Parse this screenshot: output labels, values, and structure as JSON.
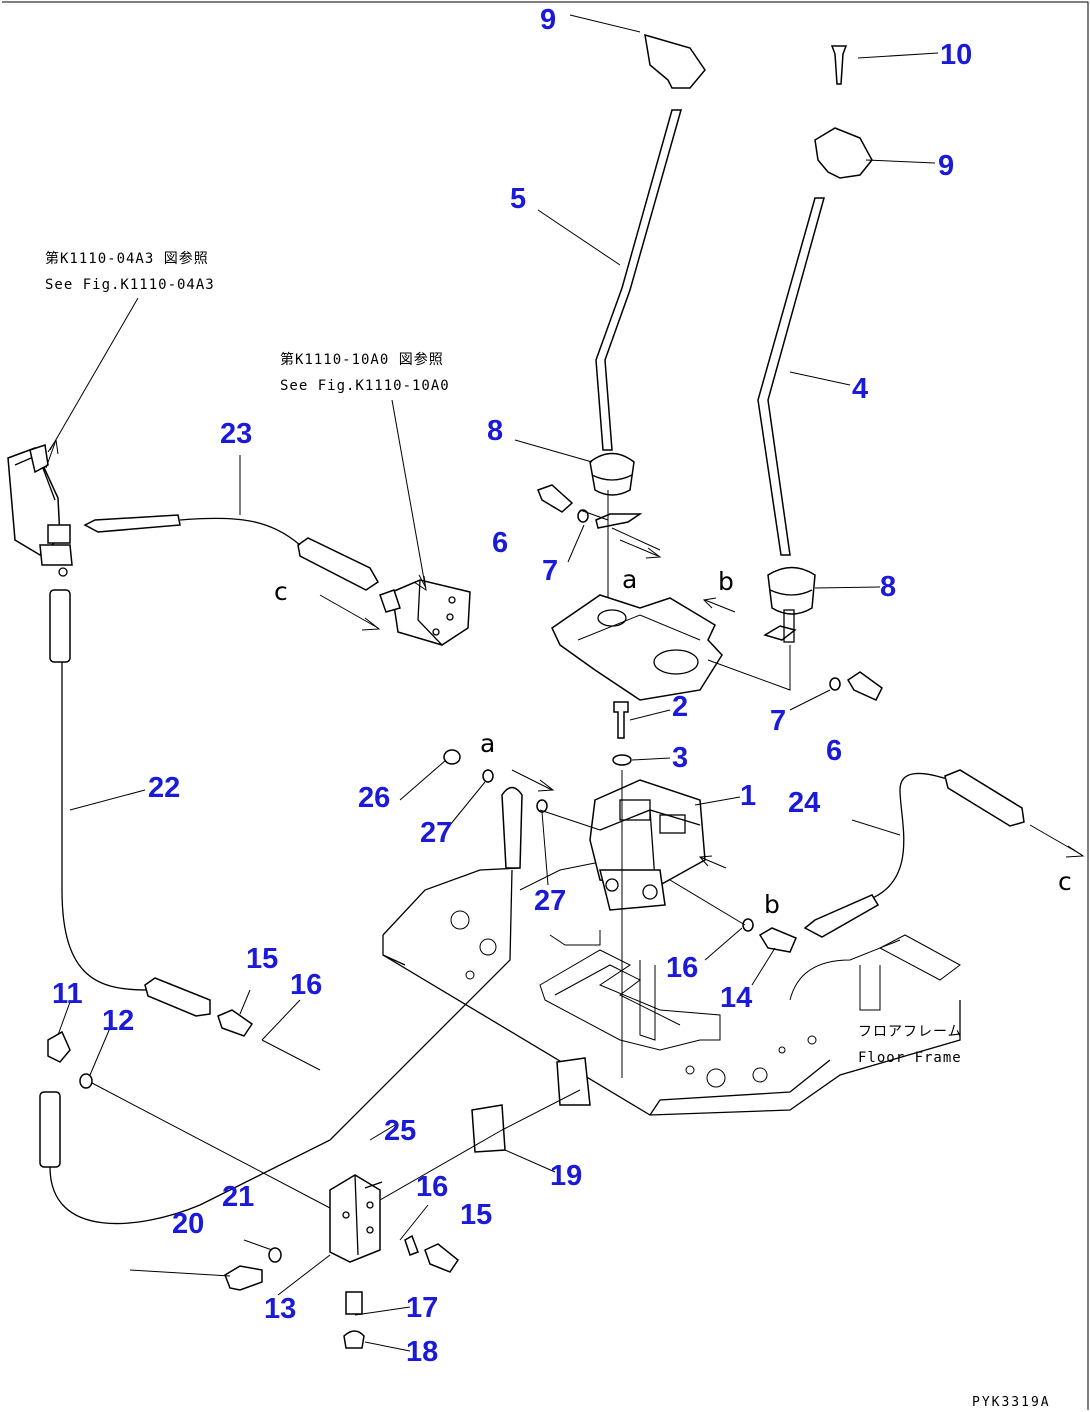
{
  "refs": {
    "ref1_jp": "第K1110-04A3 図参照",
    "ref1_en": "See Fig.K1110-04A3",
    "ref2_jp": "第K1110-10A0 図参照",
    "ref2_en": "See Fig.K1110-10A0",
    "floor_jp": "フロアフレーム",
    "floor_en": "Floor Frame"
  },
  "letters": {
    "a": "a",
    "b": "b",
    "c": "c"
  },
  "drawing_code": "PYK3319A",
  "callouts": {
    "n1": "1",
    "n2": "2",
    "n3": "3",
    "n4": "4",
    "n5": "5",
    "n6": "6",
    "n7": "7",
    "n8": "8",
    "n9": "9",
    "n10": "10",
    "n11": "11",
    "n12": "12",
    "n13": "13",
    "n14": "14",
    "n15": "15",
    "n16": "16",
    "n17": "17",
    "n18": "18",
    "n19": "19",
    "n20": "20",
    "n21": "21",
    "n22": "22",
    "n23": "23",
    "n24": "24",
    "n25": "25",
    "n26": "26",
    "n27": "27"
  },
  "colors": {
    "callout": "#1a1ad8",
    "line": "#000000"
  }
}
